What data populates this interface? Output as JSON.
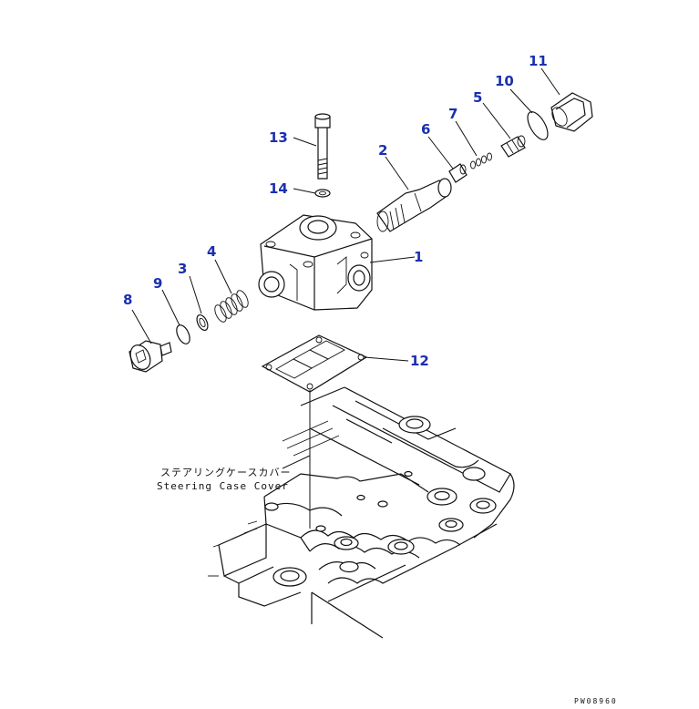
{
  "parts": [
    {
      "id": "1",
      "label": "1"
    },
    {
      "id": "2",
      "label": "2"
    },
    {
      "id": "3",
      "label": "3"
    },
    {
      "id": "4",
      "label": "4"
    },
    {
      "id": "5",
      "label": "5"
    },
    {
      "id": "6",
      "label": "6"
    },
    {
      "id": "7",
      "label": "7"
    },
    {
      "id": "8",
      "label": "8"
    },
    {
      "id": "9",
      "label": "9"
    },
    {
      "id": "10",
      "label": "10"
    },
    {
      "id": "11",
      "label": "11"
    },
    {
      "id": "12",
      "label": "12"
    },
    {
      "id": "13",
      "label": "13"
    },
    {
      "id": "14",
      "label": "14"
    }
  ],
  "caption": {
    "japanese": "ステアリングケースカバー",
    "english": "Steering Case Cover"
  },
  "drawing_code": "PW08960",
  "colors": {
    "label": "#1a2fb0",
    "line": "#111111",
    "background": "#ffffff"
  }
}
